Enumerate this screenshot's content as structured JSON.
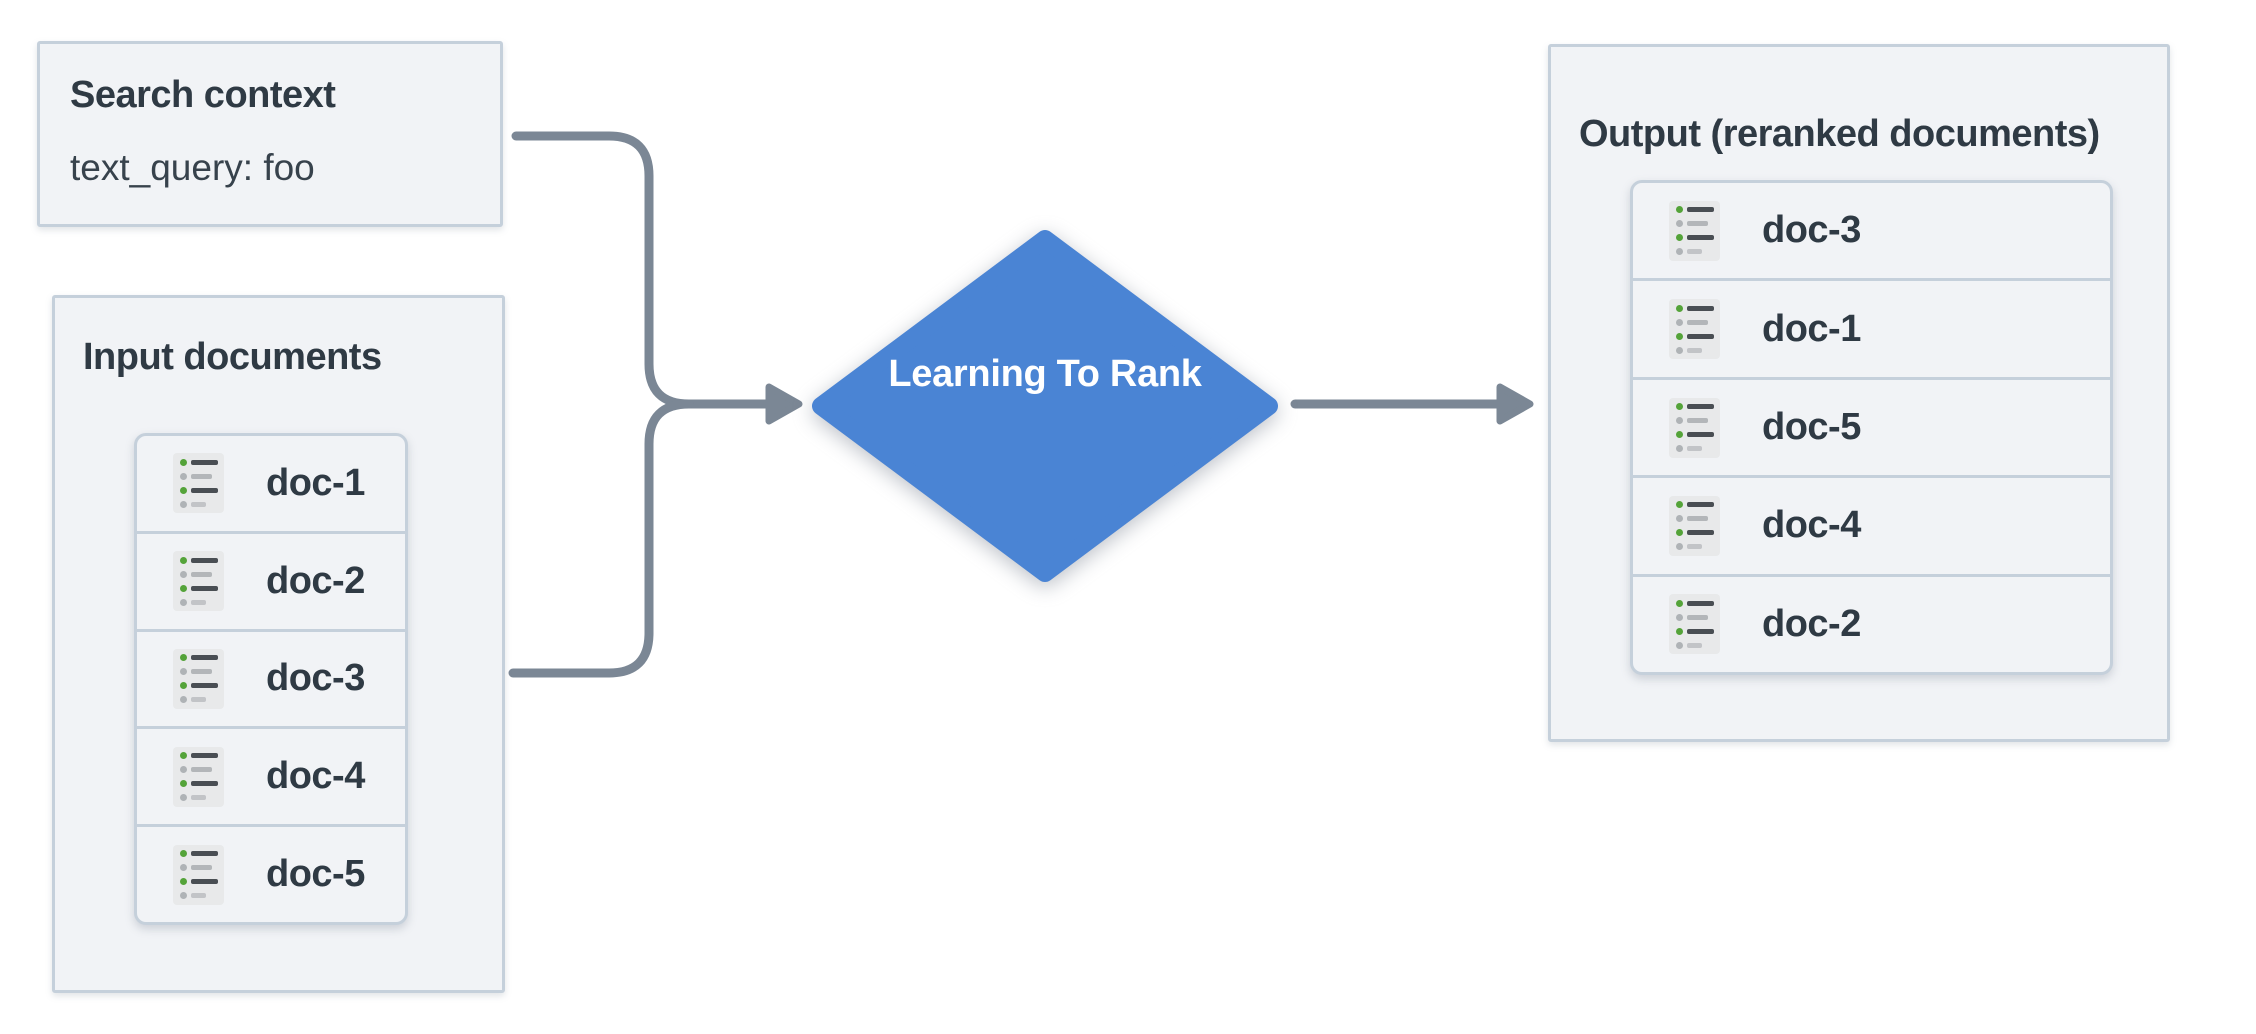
{
  "diagram": {
    "search_context": {
      "title": "Search context",
      "query": "text_query: foo"
    },
    "input_documents": {
      "title": "Input documents",
      "docs": [
        "doc-1",
        "doc-2",
        "doc-3",
        "doc-4",
        "doc-5"
      ]
    },
    "process": {
      "label": "Learning To Rank"
    },
    "output_documents": {
      "title": "Output (reranked documents)",
      "docs": [
        "doc-3",
        "doc-1",
        "doc-5",
        "doc-4",
        "doc-2"
      ]
    }
  },
  "icons": {
    "doc": "document-list-icon"
  },
  "colors": {
    "connector": "#7b8795",
    "diamond": "#4a84d4",
    "panel_fill": "#f1f3f6",
    "panel_border": "#c5d0db",
    "text_dark": "#2f3a44",
    "icon_green": "#54a339"
  }
}
